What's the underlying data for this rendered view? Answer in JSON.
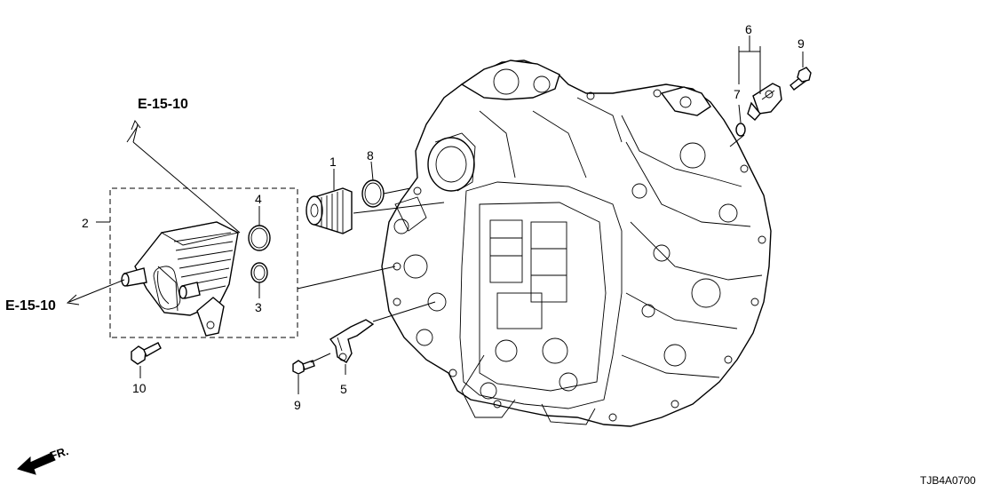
{
  "references": {
    "top": "E-15-10",
    "left": "E-15-10"
  },
  "callouts": {
    "c1": "1",
    "c2": "2",
    "c3": "3",
    "c4": "4",
    "c5": "5",
    "c6": "6",
    "c7": "7",
    "c8": "8",
    "c9_top": "9",
    "c9_bottom": "9",
    "c10": "10"
  },
  "direction_indicator": "FR.",
  "diagram_code": "TJB4A0700"
}
